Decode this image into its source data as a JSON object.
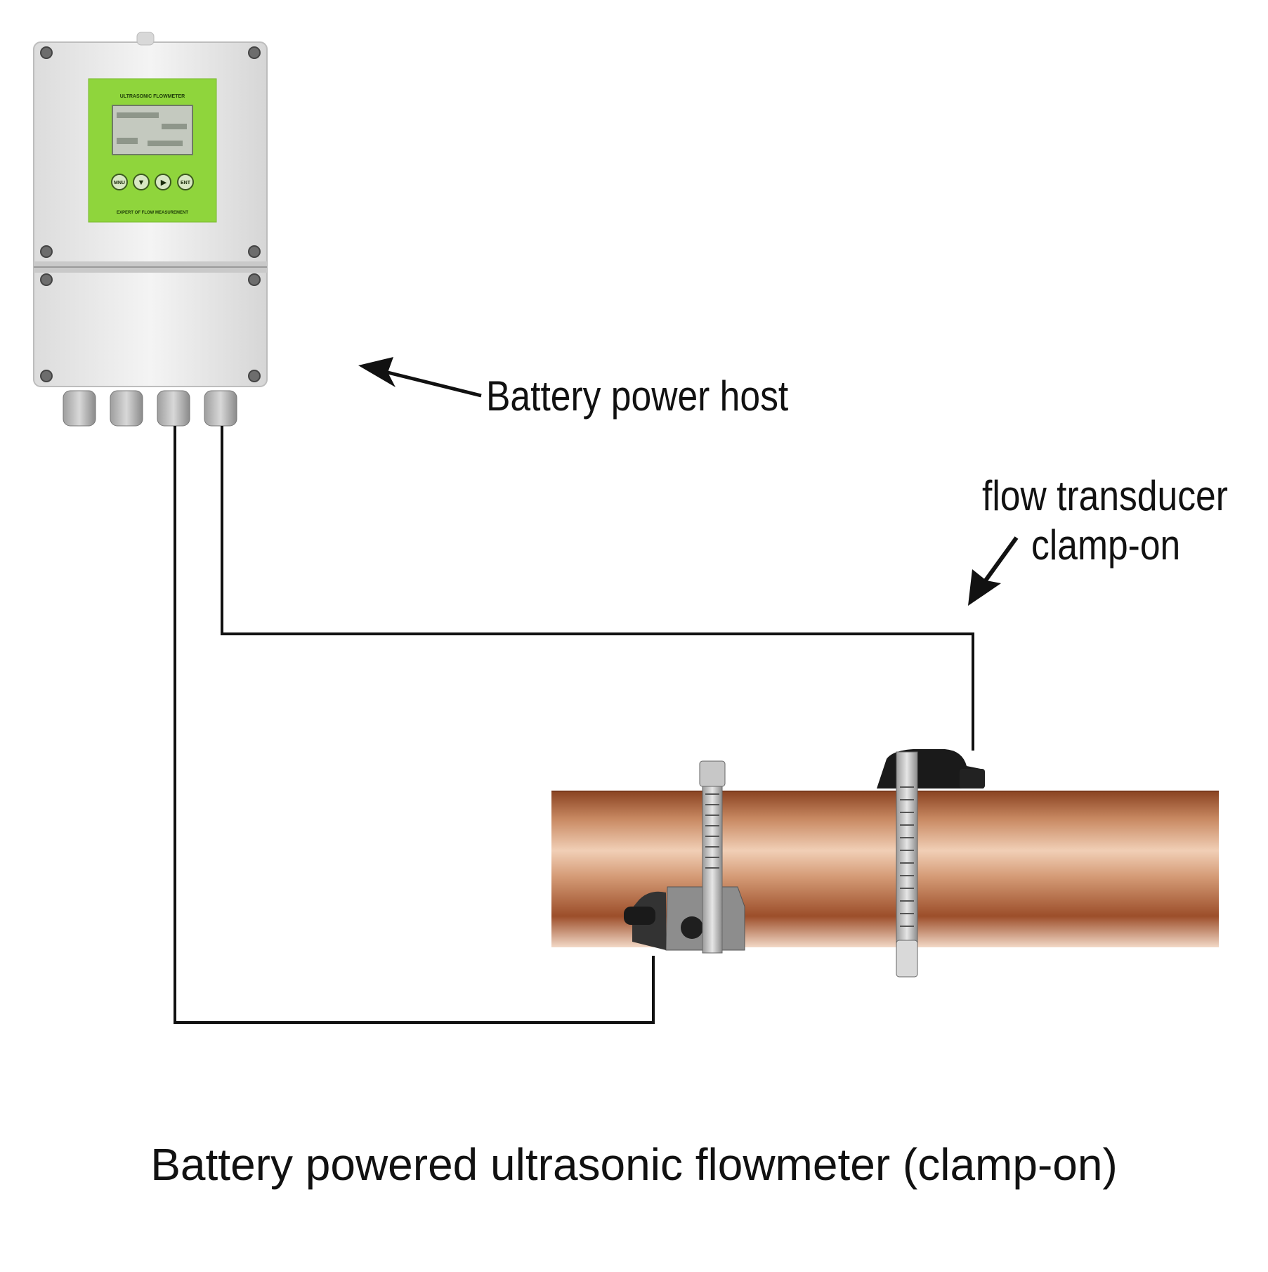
{
  "labels": {
    "host": "Battery power host",
    "transducer_line1": "flow transducer",
    "transducer_line2": "clamp-on",
    "caption": "Battery powered ultrasonic flowmeter (clamp-on)"
  },
  "device": {
    "panel_title": "ULTRASONIC FLOWMETER",
    "panel_footer": "EXPERT OF FLOW MEASUREMENT",
    "keys": [
      "MNU",
      "▼",
      "▶",
      "ENT"
    ]
  },
  "colors": {
    "panel_green": "#8fd53c",
    "enclosure": "#eeeeee",
    "pipe_copper": "#b8693f",
    "wire": "#111111"
  },
  "icons": {
    "host_arrow": "arrow-left-icon",
    "transducer_arrow": "arrow-down-left-icon"
  }
}
